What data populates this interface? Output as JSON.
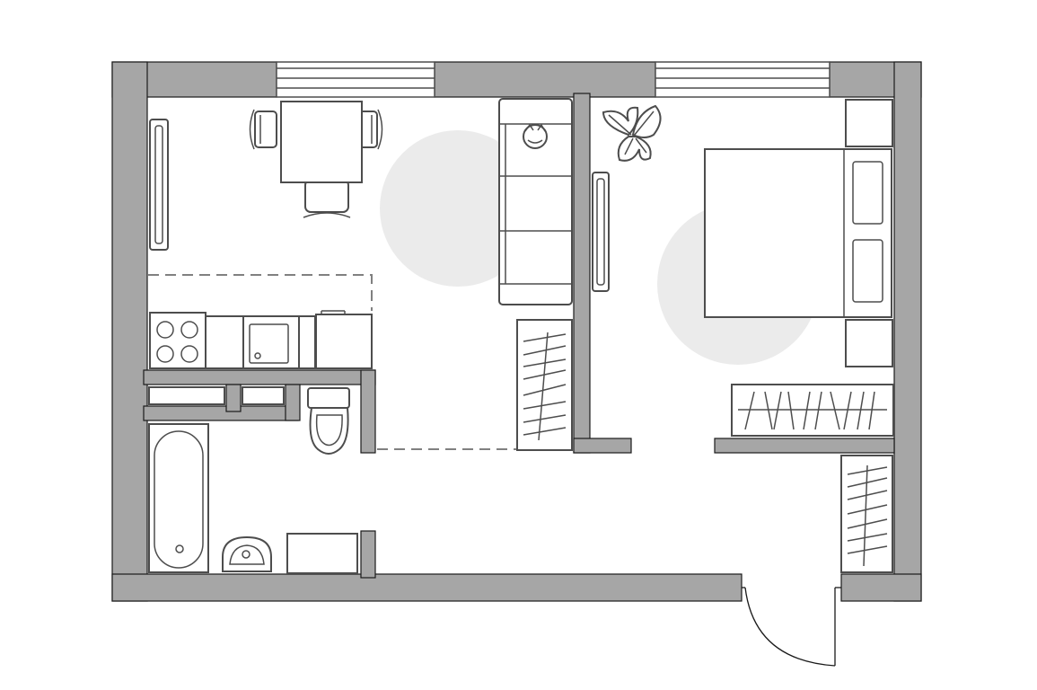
{
  "plan": {
    "rooms": [
      {
        "name": "kitchen-living-room",
        "items": [
          "dining-table",
          "chairs",
          "sofa",
          "stove",
          "sink",
          "fridge",
          "wardrobe"
        ]
      },
      {
        "name": "bedroom",
        "items": [
          "double-bed",
          "nightstands",
          "wardrobe",
          "plant"
        ]
      },
      {
        "name": "bathroom",
        "items": [
          "bathtub",
          "washbasin",
          "toilet",
          "washing-machine"
        ]
      },
      {
        "name": "hallway",
        "items": [
          "wardrobe",
          "entrance-door"
        ]
      }
    ],
    "colors": {
      "wall": "#a6a6a6",
      "furniture_stroke": "#4d4d4d",
      "zone": "#ebebeb",
      "background": "#ffffff"
    }
  }
}
